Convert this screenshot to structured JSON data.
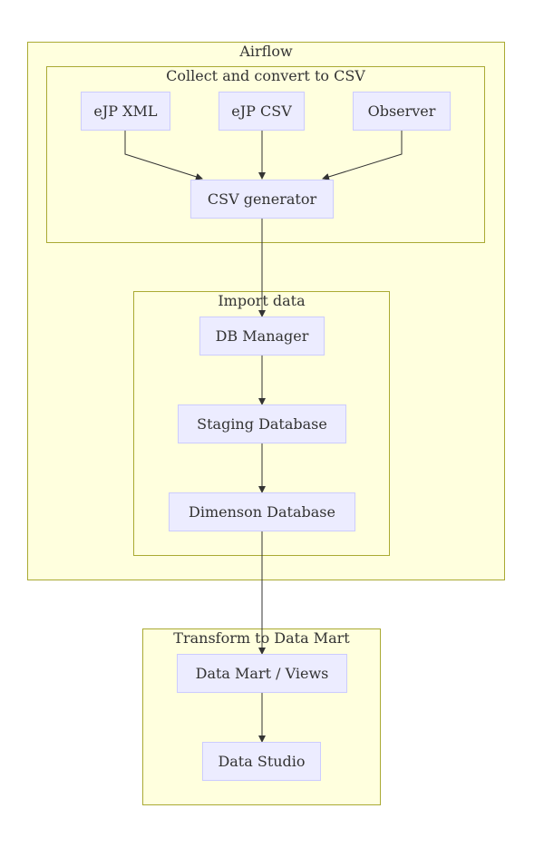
{
  "clusters": {
    "airflow": "Airflow",
    "collect": "Collect and convert to CSV",
    "import": "Import data",
    "transform": "Transform to Data Mart"
  },
  "nodes": {
    "ejp_xml": "eJP XML",
    "ejp_csv": "eJP CSV",
    "observer": "Observer",
    "csv_generator": "CSV generator",
    "db_manager": "DB Manager",
    "staging_db": "Staging Database",
    "dimension_db": "Dimenson Database",
    "data_mart": "Data Mart / Views",
    "data_studio": "Data Studio"
  },
  "edges": [
    [
      "ejp_xml",
      "csv_generator"
    ],
    [
      "ejp_csv",
      "csv_generator"
    ],
    [
      "observer",
      "csv_generator"
    ],
    [
      "csv_generator",
      "db_manager"
    ],
    [
      "db_manager",
      "staging_db"
    ],
    [
      "staging_db",
      "dimension_db"
    ],
    [
      "dimension_db",
      "data_mart"
    ],
    [
      "data_mart",
      "data_studio"
    ]
  ],
  "colors": {
    "cluster_fill": "#ffffde",
    "cluster_border": "#aaaa33",
    "node_fill": "#ececff",
    "node_border": "#ccccff",
    "edge": "#333333"
  }
}
